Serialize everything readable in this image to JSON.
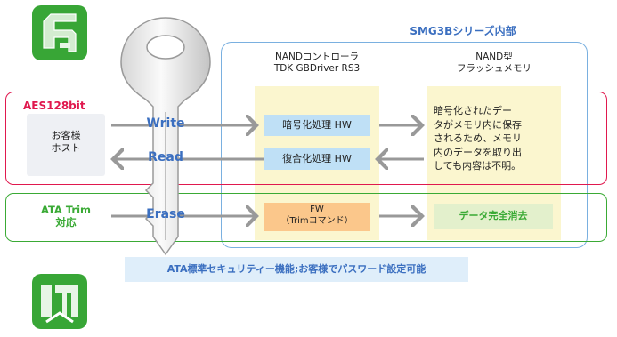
{
  "colors": {
    "accent_blue": "#3b6fc0",
    "panel_border": "#7ab0e0",
    "aes_red": "#e0184e",
    "trim_green": "#3aaa35",
    "yellow_fill": "#fbf6cf",
    "hw_fill": "#bfe0f6",
    "fw_fill": "#fbc78b",
    "green_box_fill": "#e3f0cc",
    "host_fill": "#eef0f4",
    "arrow_grey": "#999999",
    "logo_green": "#38a636"
  },
  "icons": [
    "aes-logo-icon",
    "trim-logo-icon",
    "key-icon"
  ],
  "panel": {
    "title": "SMG3Bシリーズ内部"
  },
  "columns": {
    "controller": "NANDコントローラ\nTDK GBDriver RS3",
    "flash": "NAND型\nフラッシュメモリ"
  },
  "aes": {
    "label": "AES128bit",
    "host": "お客様\nホスト",
    "write_label": "Write",
    "read_label": "Read",
    "encrypt_box": "暗号化処理 HW",
    "decrypt_box": "復合化処理 HW",
    "flash_note": "暗号化されたデー\nタがメモリ内に保存\nされるため、メモリ\n内のデータを取り出\nしても内容は不明。"
  },
  "trim": {
    "label": "ATA Trim\n対応",
    "erase_label": "Erase",
    "fw_box": "FW\n（Trimコマンド）",
    "erase_result": "データ完全消去"
  },
  "security_note": "ATA標準セキュリティー機能;お客様でパスワード設定可能"
}
